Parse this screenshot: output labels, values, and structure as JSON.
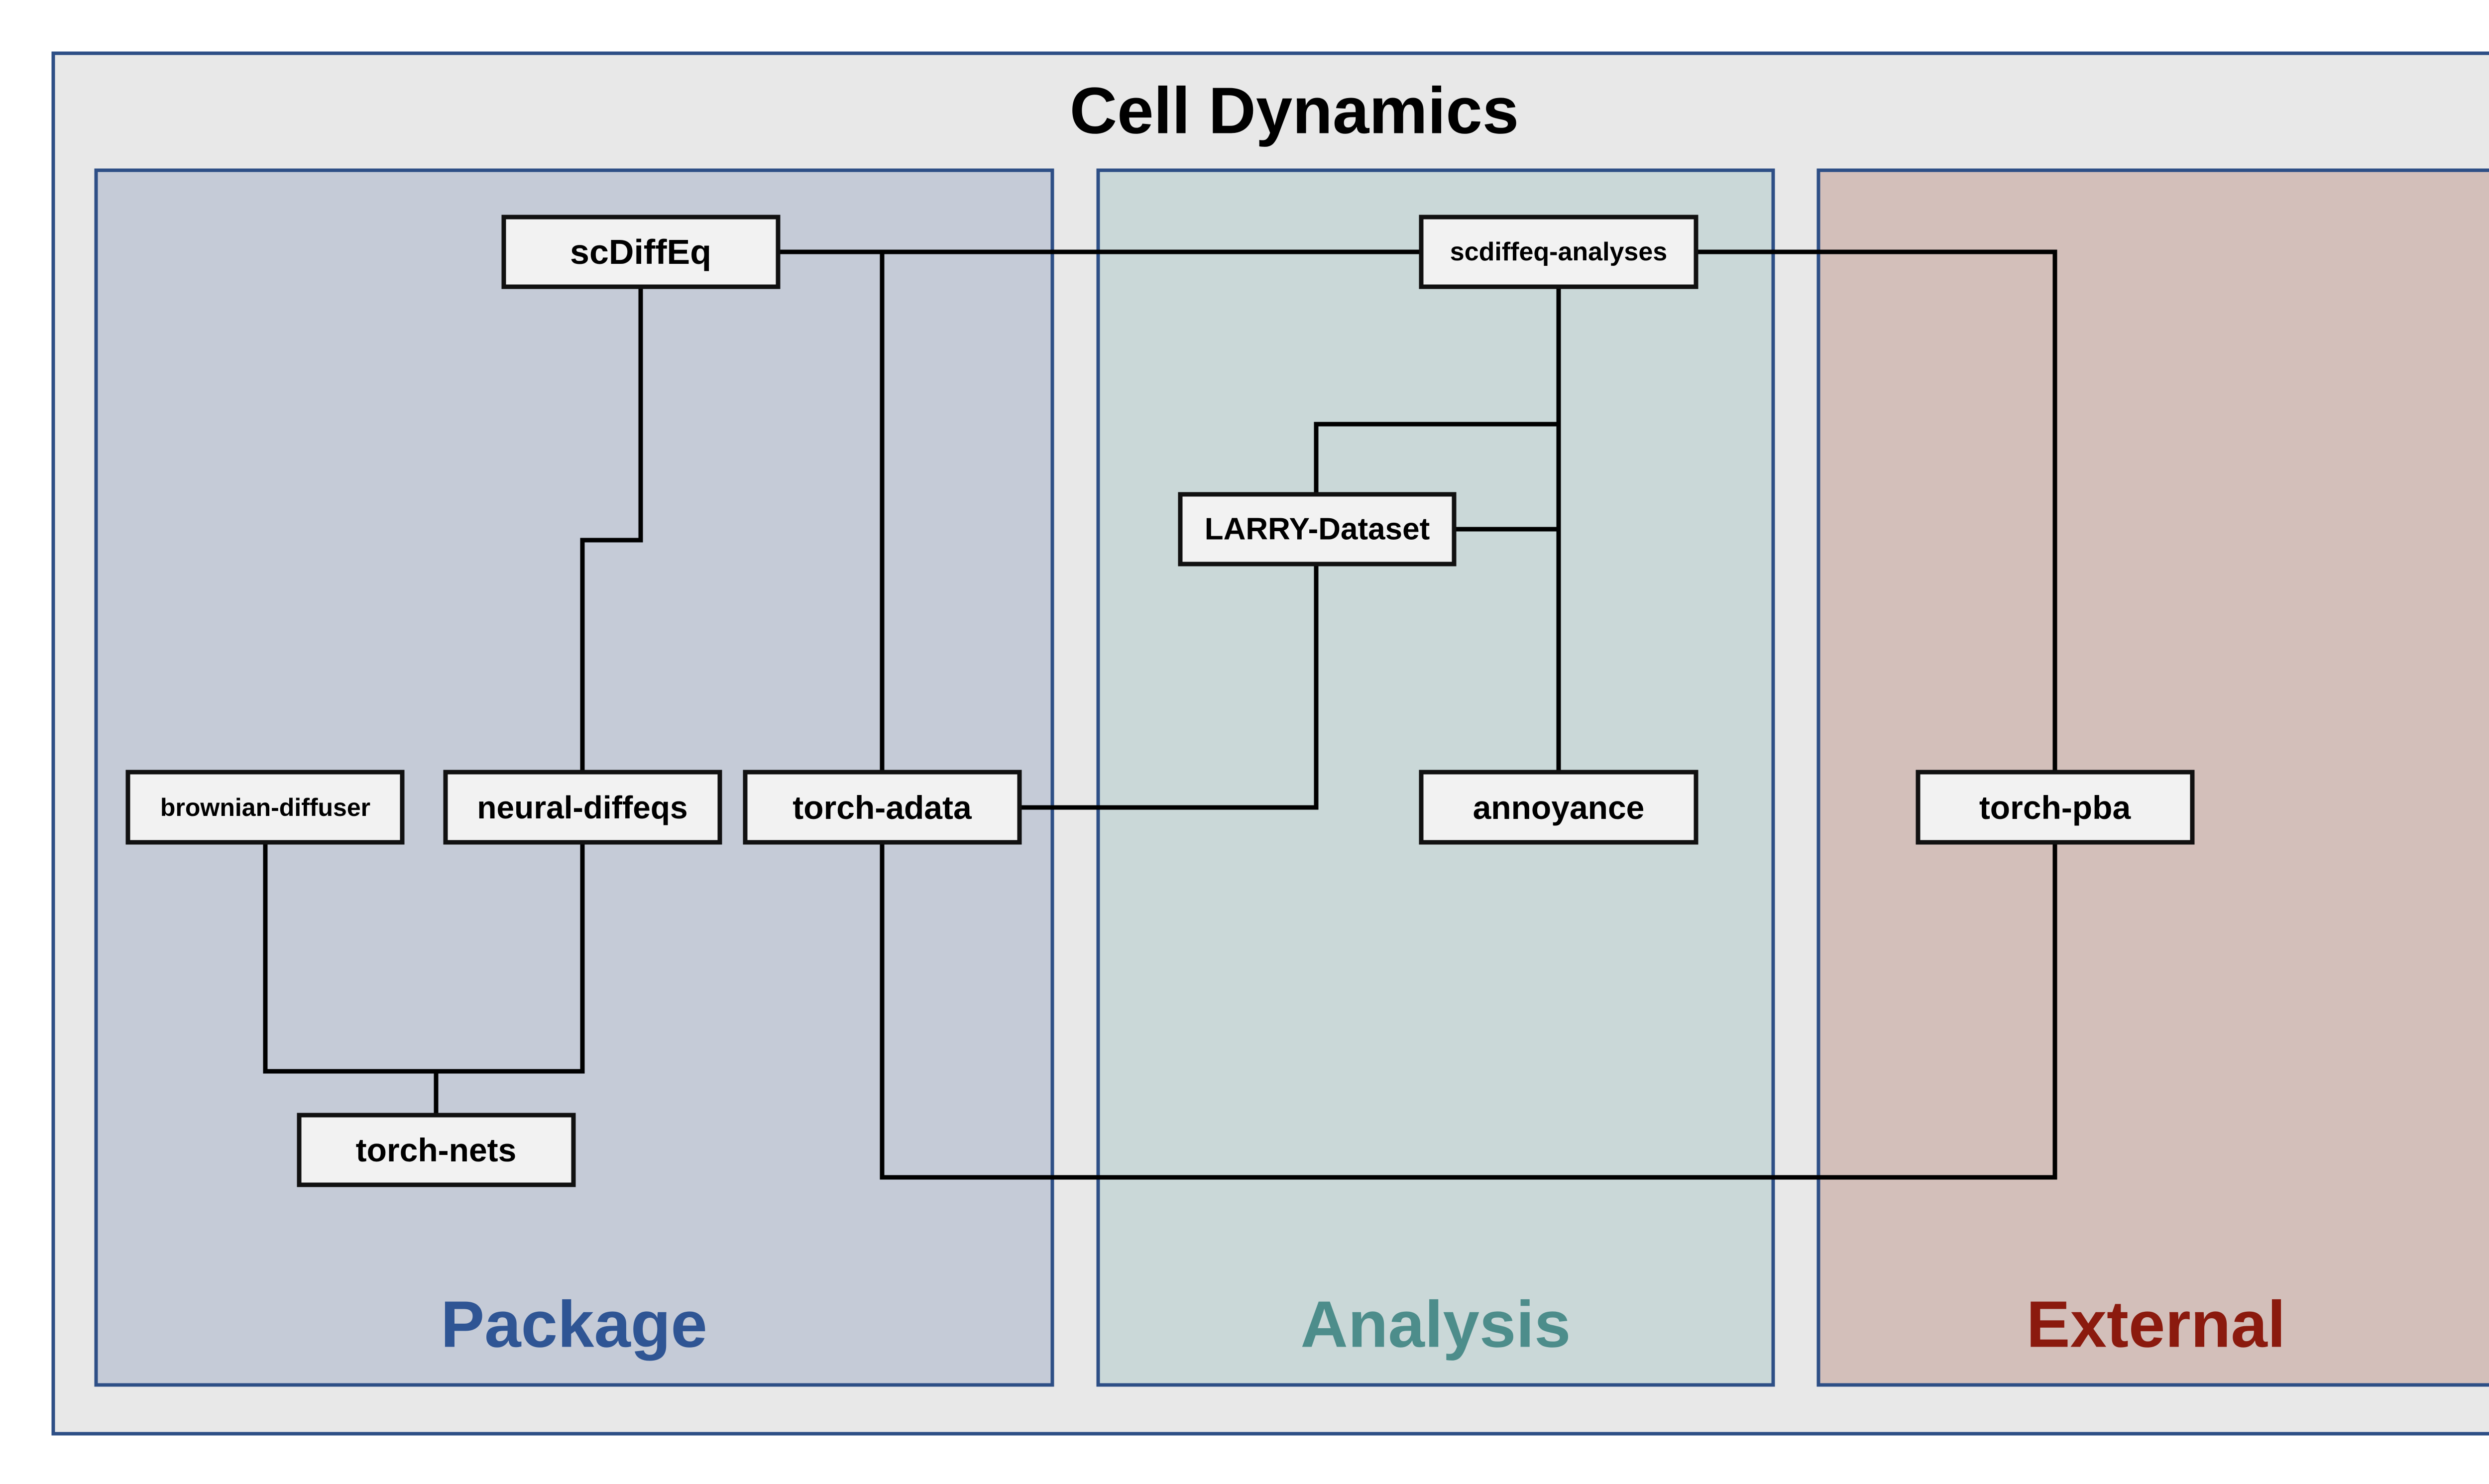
{
  "title": "Cell Dynamics",
  "colors": {
    "outer_fill": "#e8e8e8",
    "frame_stroke": "#2e4f86",
    "package_fill": "#c5cbd7",
    "analysis_fill": "#cad8d8",
    "external_fill": "#d3bfba",
    "package_label": "#2f5594",
    "analysis_label": "#4d8d8b",
    "external_label": "#8b1a0e",
    "node_fill": "#f2f2f2"
  },
  "groups": {
    "package": {
      "label": "Package"
    },
    "analysis": {
      "label": "Analysis"
    },
    "external": {
      "label": "External"
    }
  },
  "nodes": {
    "scdiffeq": "scDiffEq",
    "scdiffeq_analyses": "scdiffeq-analyses",
    "larry_dataset": "LARRY-Dataset",
    "brownian_diffuser": "brownian-diffuser",
    "neural_diffeqs": "neural-diffeqs",
    "torch_adata": "torch-adata",
    "annoyance": "annoyance",
    "torch_pba": "torch-pba",
    "torch_nets": "torch-nets"
  },
  "edges": [
    [
      "scdiffeq",
      "scdiffeq_analyses"
    ],
    [
      "scdiffeq",
      "torch_adata"
    ],
    [
      "scdiffeq",
      "neural_diffeqs"
    ],
    [
      "scdiffeq_analyses",
      "torch_pba"
    ],
    [
      "scdiffeq_analyses",
      "larry_dataset"
    ],
    [
      "scdiffeq_analyses",
      "annoyance"
    ],
    [
      "larry_dataset",
      "torch_adata"
    ],
    [
      "brownian_diffuser",
      "torch_nets"
    ],
    [
      "neural_diffeqs",
      "torch_nets"
    ],
    [
      "torch_adata",
      "torch_pba"
    ]
  ]
}
